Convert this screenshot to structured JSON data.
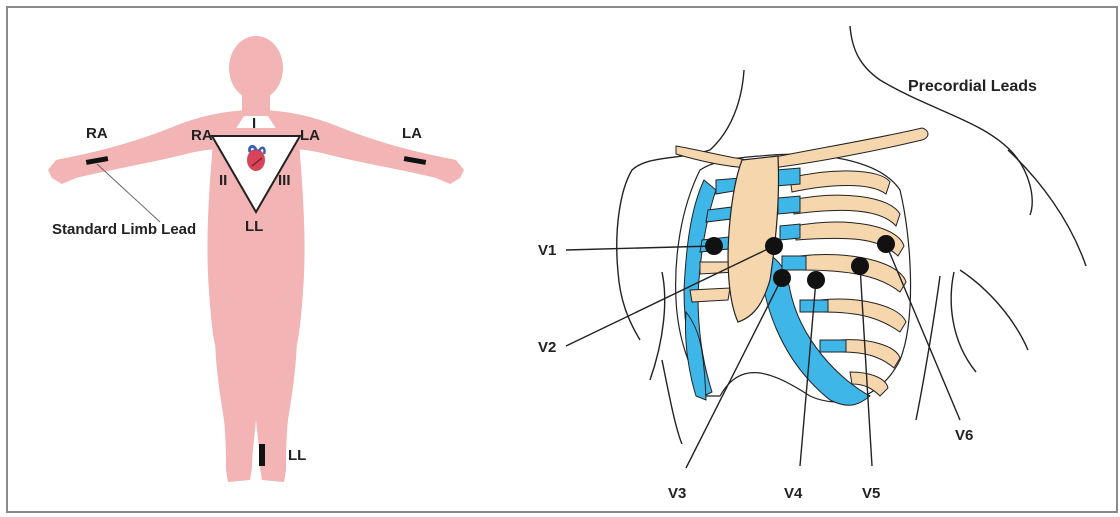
{
  "colors": {
    "body": "#f2b4b4",
    "rib_blue": "#3fb6e8",
    "rib_tan": "#f6d6ad",
    "electrode": "#111111",
    "outline": "#222222",
    "frame": "#8a8a8a"
  },
  "limb_diagram": {
    "label_ra_wrist": "RA",
    "label_la_wrist": "LA",
    "label_ra_triangle": "RA",
    "label_la_triangle": "LA",
    "label_lead_i": "I",
    "label_lead_ii": "II",
    "label_lead_iii": "III",
    "label_ll_triangle": "LL",
    "label_ll_ankle": "LL",
    "caption": "Standard Limb Lead",
    "icons": [
      "heart-icon"
    ]
  },
  "precordial_diagram": {
    "title": "Precordial Leads",
    "leads": [
      "V1",
      "V2",
      "V3",
      "V4",
      "V5",
      "V6"
    ]
  }
}
